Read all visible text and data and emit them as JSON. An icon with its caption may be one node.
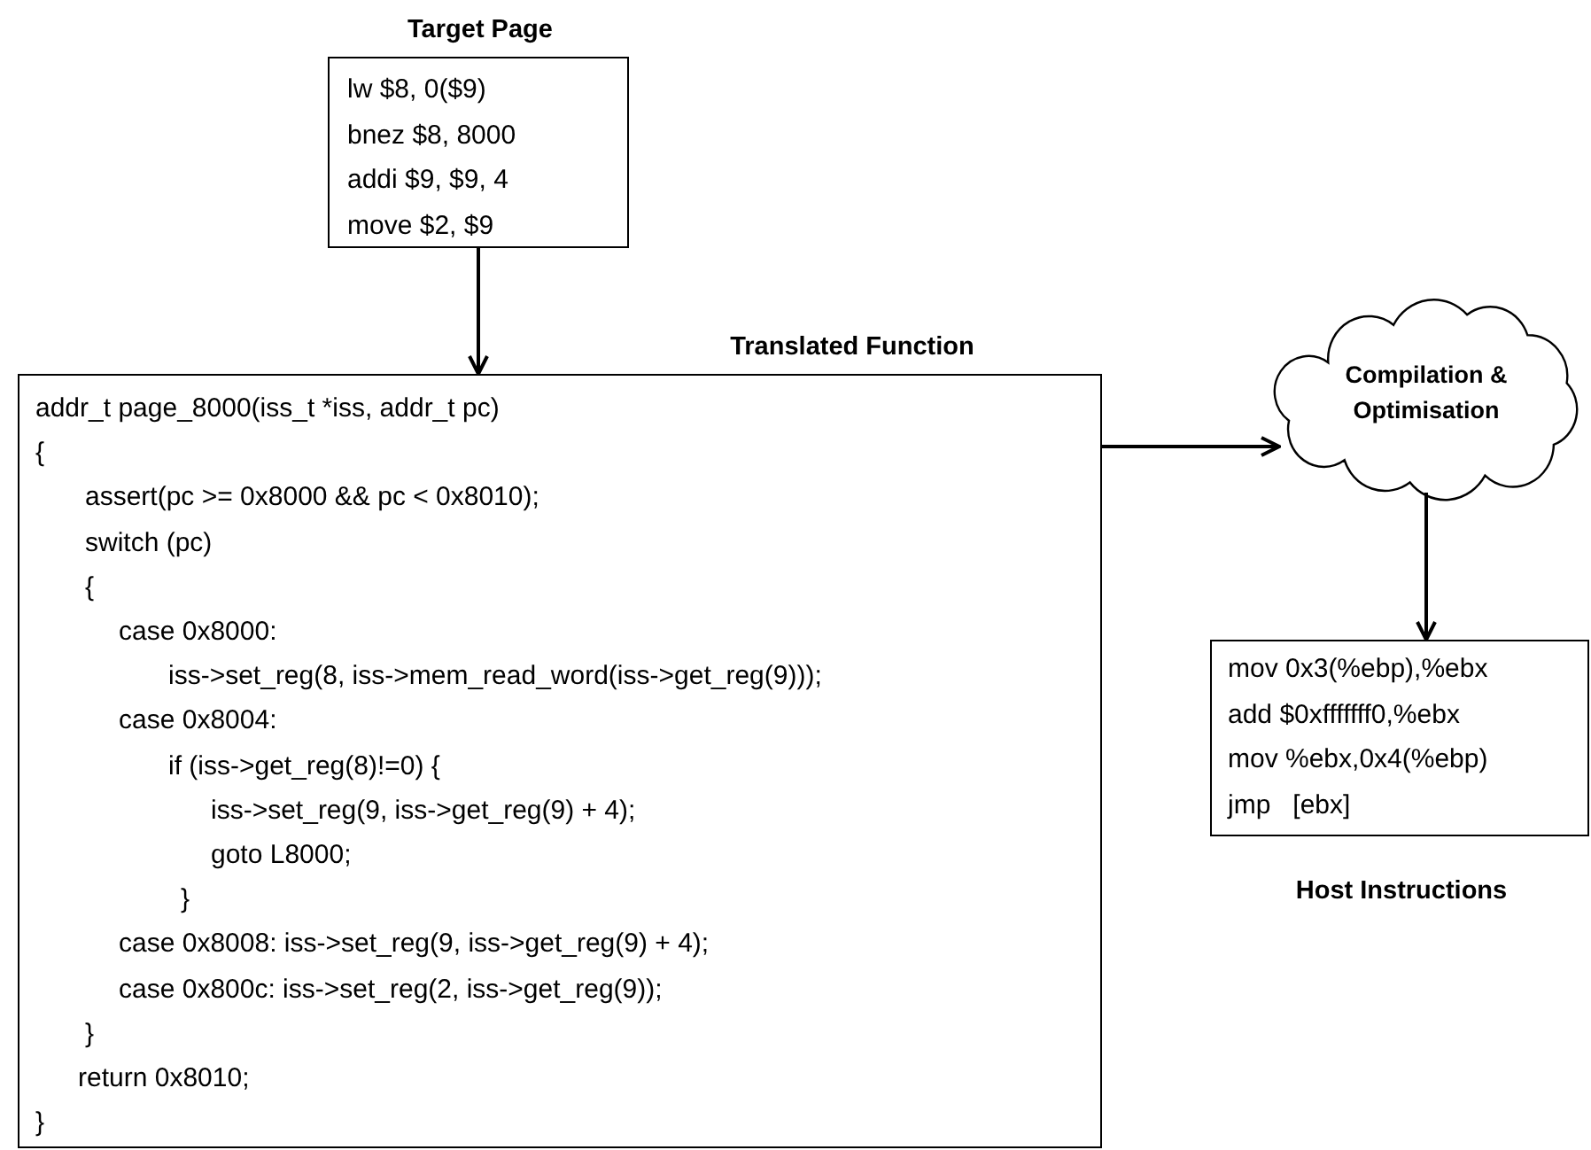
{
  "diagram": {
    "nodes": [
      {
        "text": [
          "Target Page",
          "lw $8, 0($9)",
          "bnez $8, 8000",
          "addi $9, $9, 4",
          "move $2, $9"
        ]
      },
      {
        "text": [
          "Translated Function",
          "addr_t page_8000(iss_t *iss, addr_t pc)",
          "{",
          "assert(pc >= 0x8000 && pc < 0x8010);",
          "switch (pc)",
          "{",
          "case 0x8000:",
          "iss->set_reg(8, iss->mem_read_word(iss->get_reg(9)));",
          "case 0x8004:",
          "if (iss->get_reg(8)!=0) {",
          "iss->set_reg(9, iss->get_reg(9) + 4);",
          "goto L8000;",
          "}",
          "case 0x8008: iss->set_reg(9, iss->get_reg(9) + 4);",
          "case 0x800c: iss->set_reg(2, iss->get_reg(9));",
          "}",
          "return 0x8010;",
          "}"
        ]
      },
      {
        "text": [
          "Compilation & Optimisation"
        ]
      },
      {
        "text": [
          "mov 0x3(%ebp),%ebx",
          "add $0xfffffff0,%ebx",
          "mov %ebx,0x4(%ebp)",
          "jmp   [ebx]",
          "Host Instructions"
        ]
      }
    ],
    "edges": [
      {
        "from": 0,
        "to": 1,
        "arrow": "to"
      },
      {
        "from": 1,
        "to": 2,
        "arrow": "to"
      },
      {
        "from": 2,
        "to": 3,
        "arrow": "to"
      }
    ]
  }
}
